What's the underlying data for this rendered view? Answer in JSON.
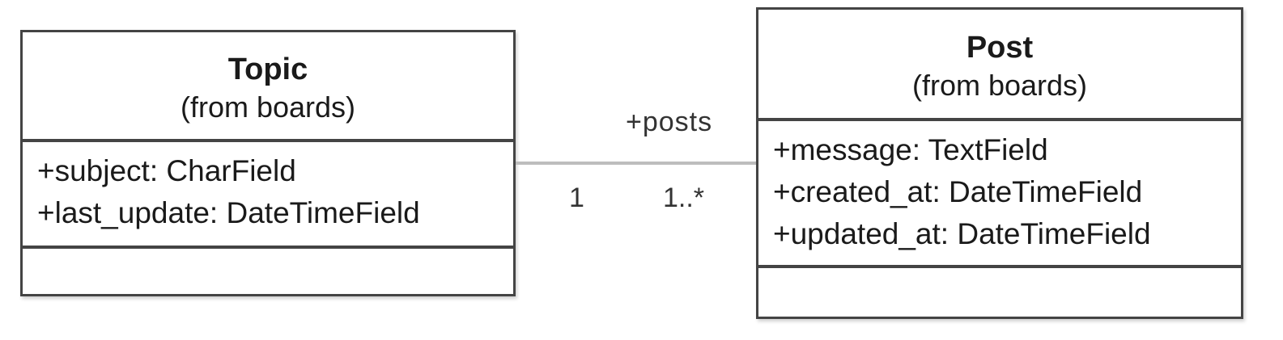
{
  "classes": {
    "topic": {
      "name": "Topic",
      "stereotype": "(from boards)",
      "attributes": [
        "+subject: CharField",
        "+last_update: DateTimeField"
      ]
    },
    "post": {
      "name": "Post",
      "stereotype": "(from boards)",
      "attributes": [
        "+message: TextField",
        "+created_at: DateTimeField",
        "+updated_at: DateTimeField"
      ]
    }
  },
  "association": {
    "role": "+posts",
    "topic_multiplicity": "1",
    "post_multiplicity": "1..*"
  }
}
